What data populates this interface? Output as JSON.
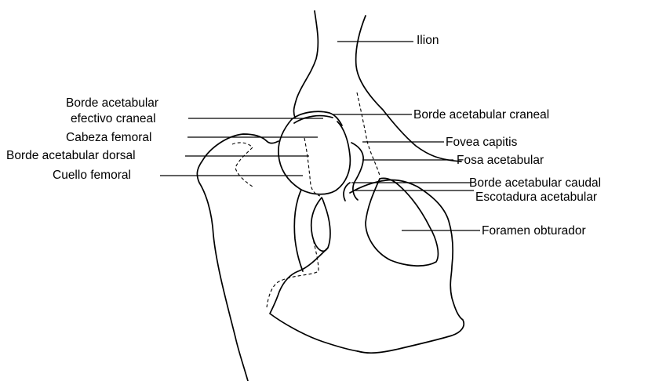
{
  "labels": {
    "ilion": "Ilion",
    "borde_efectivo_1": "Borde acetabular",
    "borde_efectivo_2": "efectivo craneal",
    "borde_craneal": "Borde acetabular craneal",
    "cabeza_femoral": "Cabeza femoral",
    "fovea_capitis": "Fovea capitis",
    "borde_dorsal": "Borde acetabular dorsal",
    "fosa_acetabular": "Fosa acetabular",
    "cuello_femoral": "Cuello femoral",
    "borde_caudal": "Borde acetabular caudal",
    "escotadura": "Escotadura acetabular",
    "foramen": "Foramen obturador"
  }
}
